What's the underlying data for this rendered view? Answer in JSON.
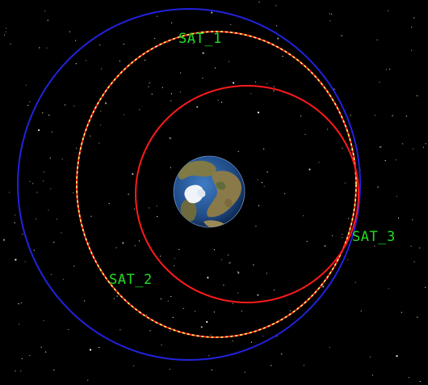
{
  "scene": {
    "background_color": "#000000",
    "star_color": "#ffffff",
    "satellites": [
      {
        "id": "sat1",
        "label": "SAT_1",
        "orbit_color": "#ffff55",
        "marker_color": "#ff2222"
      },
      {
        "id": "sat2",
        "label": "SAT_2",
        "orbit_color": "#2222dd"
      },
      {
        "id": "sat3",
        "label": "SAT_3",
        "orbit_color": "#ff1a1a"
      }
    ],
    "label_color": "#22dd22",
    "earth": {
      "name": "earth-globe",
      "ocean_color": "#1f4a86",
      "land_color": "#8a7a4a",
      "ice_color": "#f0f4f8"
    }
  }
}
